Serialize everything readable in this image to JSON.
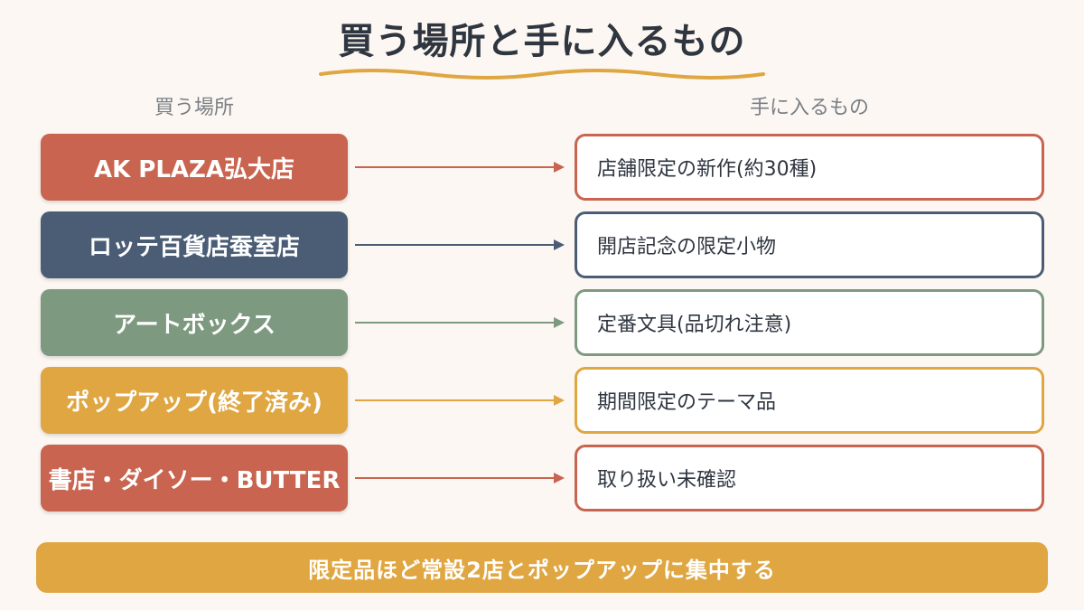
{
  "title": "買う場所と手に入るもの",
  "headers": {
    "left": "買う場所",
    "right": "手に入るもの"
  },
  "rows": [
    {
      "place": "AK PLAZA弘大店",
      "item": "店舗限定の新作(約30種)",
      "color": "#c8644f"
    },
    {
      "place": "ロッテ百貨店蚕室店",
      "item": "開店記念の限定小物",
      "color": "#4a5d75"
    },
    {
      "place": "アートボックス",
      "item": "定番文具(品切れ注意)",
      "color": "#7d9a80"
    },
    {
      "place": "ポップアップ(終了済み)",
      "item": "期間限定のテーマ品",
      "color": "#dfa641"
    },
    {
      "place": "書店・ダイソー・BUTTER",
      "item": "取り扱い未確認",
      "color": "#c8644f"
    }
  ],
  "footer": "限定品ほど常設2店とポップアップに集中する",
  "colors": {
    "background": "#fcf7f2",
    "title": "#2f3640",
    "accent": "#dfa641"
  }
}
